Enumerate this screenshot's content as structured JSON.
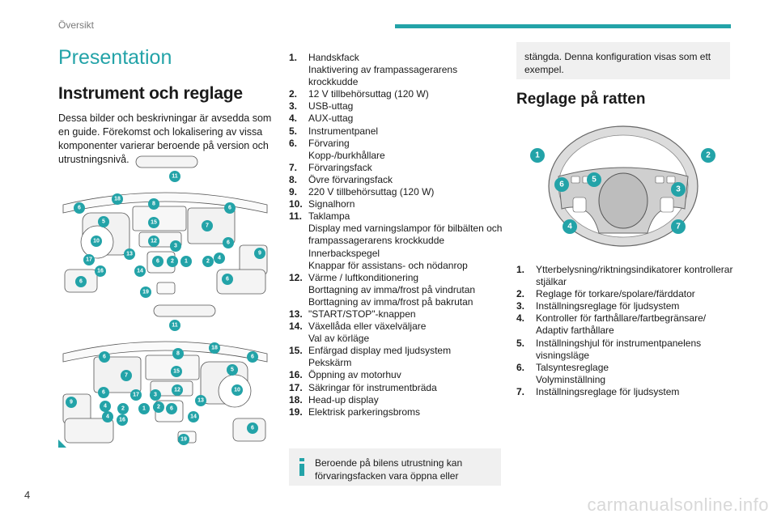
{
  "header": {
    "section": "Översikt"
  },
  "page": {
    "number": "4"
  },
  "intro": {
    "title": "Presentation",
    "heading": "Instrument och reglage",
    "text": "Dessa bilder och beskrivningar är avsedda som en guide. Förekomst och lokalisering av vissa komponenter varierar beroende på version och utrustningsnivå."
  },
  "diagram_labels": {
    "top": [
      "11",
      "18",
      "8",
      "6",
      "6",
      "5",
      "15",
      "7",
      "10",
      "12",
      "3",
      "6",
      "9",
      "13",
      "6",
      "2",
      "1",
      "2",
      "4",
      "17",
      "16",
      "14",
      "6",
      "6",
      "19"
    ],
    "bottom": [
      "11",
      "18",
      "8",
      "6",
      "6",
      "15",
      "5",
      "7",
      "10",
      "12",
      "6",
      "3",
      "17",
      "4",
      "2",
      "1",
      "2",
      "6",
      "13",
      "9",
      "4",
      "16",
      "14",
      "6",
      "19"
    ]
  },
  "controls": [
    {
      "num": "1.",
      "lines": [
        "Handskfack",
        "Inaktivering av frampassagerarens krockkudde"
      ]
    },
    {
      "num": "2.",
      "lines": [
        "12 V tillbehörsuttag (120 W)"
      ]
    },
    {
      "num": "3.",
      "lines": [
        "USB-uttag"
      ]
    },
    {
      "num": "4.",
      "lines": [
        "AUX-uttag"
      ]
    },
    {
      "num": "5.",
      "lines": [
        "Instrumentpanel"
      ]
    },
    {
      "num": "6.",
      "lines": [
        "Förvaring",
        "Kopp-/burkhållare"
      ]
    },
    {
      "num": "7.",
      "lines": [
        "Förvaringsfack"
      ]
    },
    {
      "num": "8.",
      "lines": [
        "Övre förvaringsfack"
      ]
    },
    {
      "num": "9.",
      "lines": [
        "220 V tillbehörsuttag (120 W)"
      ]
    },
    {
      "num": "10.",
      "lines": [
        "Signalhorn"
      ]
    },
    {
      "num": "11.",
      "lines": [
        "Taklampa",
        "Display med varningslampor för bilbälten och frampassagerarens krockkudde",
        "Innerbackspegel",
        "Knappar för assistans- och nödanrop"
      ]
    },
    {
      "num": "12.",
      "lines": [
        "Värme / luftkonditionering",
        "Borttagning av imma/frost på vindrutan",
        "Borttagning av imma/frost på bakrutan"
      ]
    },
    {
      "num": "13.",
      "lines": [
        "\"START/STOP\"-knappen"
      ]
    },
    {
      "num": "14.",
      "lines": [
        "Växellåda eller växelväljare",
        "Val av körläge"
      ]
    },
    {
      "num": "15.",
      "lines": [
        "Enfärgad display med ljudsystem",
        "Pekskärm"
      ]
    },
    {
      "num": "16.",
      "lines": [
        "Öppning av motorhuv"
      ]
    },
    {
      "num": "17.",
      "lines": [
        "Säkringar för instrumentbräda"
      ]
    },
    {
      "num": "18.",
      "lines": [
        "Head-up display"
      ]
    },
    {
      "num": "19.",
      "lines": [
        "Elektrisk parkeringsbroms"
      ]
    }
  ],
  "note_bottom": "Beroende på bilens utrustning kan förvaringsfacken vara öppna eller",
  "note_top": "stängda. Denna konfiguration visas som ett exempel.",
  "wheel": {
    "heading": "Reglage på ratten",
    "labels": [
      "1",
      "2",
      "5",
      "6",
      "3",
      "4",
      "7"
    ],
    "items": [
      {
        "num": "1.",
        "lines": [
          "Ytterbelysning/riktningsindikatorer kontrollerar stjälkar"
        ]
      },
      {
        "num": "2.",
        "lines": [
          "Reglage för torkare/spolare/färddator"
        ]
      },
      {
        "num": "3.",
        "lines": [
          "Inställningsreglage för ljudsystem"
        ]
      },
      {
        "num": "4.",
        "lines": [
          "Kontroller för farthållare/fartbegränsare/ Adaptiv farthållare"
        ]
      },
      {
        "num": "5.",
        "lines": [
          "Inställningshjul för instrumentpanelens visningsläge"
        ]
      },
      {
        "num": "6.",
        "lines": [
          "Talsyntesreglage",
          "Volyminställning"
        ]
      },
      {
        "num": "7.",
        "lines": [
          "Inställningsreglage för ljudsystem"
        ]
      }
    ]
  },
  "watermark": "carmanualsonline.info",
  "colors": {
    "accent": "#23a3a8",
    "note_bg": "#f0f0f0"
  }
}
